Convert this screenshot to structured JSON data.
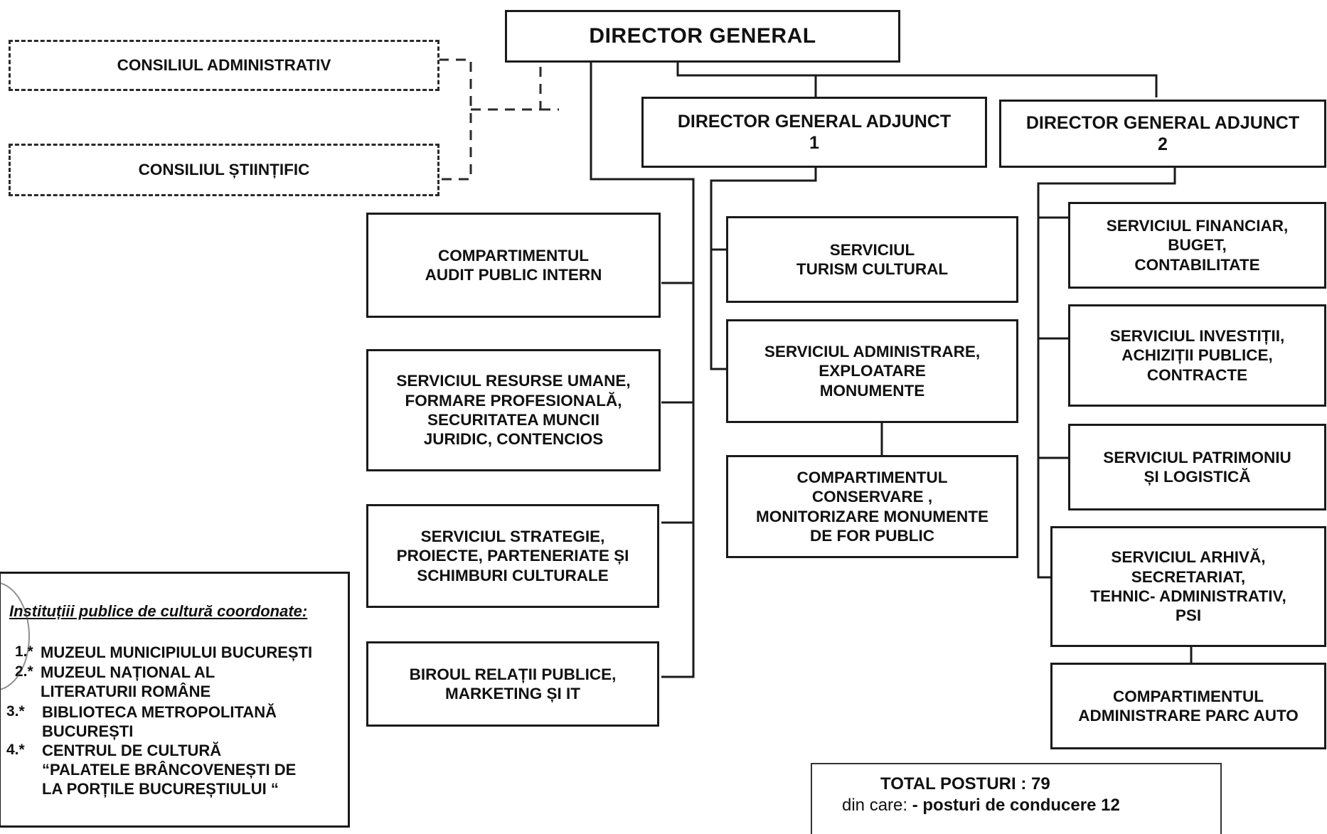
{
  "top": {
    "director_general": "DIRECTOR  GENERAL",
    "adjunct_1": "DIRECTOR GENERAL ADJUNCT\n1",
    "adjunct_2": "DIRECTOR GENERAL ADJUNCT\n2"
  },
  "councils": {
    "administrativ": "CONSILIUL ADMINISTRATIV",
    "stiintific": "CONSILIUL ȘTIINȚIFIC"
  },
  "left_column": [
    "COMPARTIMENTUL\nAUDIT PUBLIC INTERN",
    "SERVICIUL RESURSE UMANE,\nFORMARE PROFESIONALĂ,\nSECURITATEA MUNCII\nJURIDIC,  CONTENCIOS",
    "SERVICIUL STRATEGIE,\nPROIECTE, PARTENERIATE ȘI\nSCHIMBURI CULTURALE",
    "BIROUL RELAȚII PUBLICE,\nMARKETING ȘI  IT"
  ],
  "middle_column": [
    "SERVICIUL\nTURISM CULTURAL",
    "SERVICIUL ADMINISTRARE,\nEXPLOATARE\nMONUMENTE",
    "COMPARTIMENTUL\nCONSERVARE ,\nMONITORIZARE MONUMENTE\nDE FOR PUBLIC"
  ],
  "right_column": [
    "SERVICIUL FINANCIAR,\nBUGET,\nCONTABILITATE",
    "SERVICIUL INVESTIȚII,\nACHIZIȚII PUBLICE,\nCONTRACTE",
    "SERVICIUL  PATRIMONIU\nȘI LOGISTICĂ",
    "SERVICIUL ARHIVĂ,\nSECRETARIAT,\nTEHNIC- ADMINISTRATIV,\nPSI",
    "COMPARTIMENTUL\nADMINISTRARE PARC AUTO"
  ],
  "institutions": {
    "heading": "Instituțiii publice de cultură coordonate:",
    "items": [
      {
        "num": "1.*",
        "text": "MUZEUL MUNICIPIULUI BUCUREȘTI"
      },
      {
        "num": "2.*",
        "text": "MUZEUL NAȚIONAL AL\nLITERATURII ROMÂNE"
      },
      {
        "num": "3.*",
        "text": "BIBLIOTECA METROPOLITANĂ\nBUCUREȘTI"
      },
      {
        "num": "4.*",
        "text": "CENTRUL DE CULTURĂ\n“PALATELE BRÂNCOVENEȘTI DE\nLA PORȚILE BUCUREȘTIULUI “"
      }
    ]
  },
  "totals": {
    "line1": "TOTAL POSTURI :  79",
    "line2_prefix": "din care:  ",
    "line2_value": "- posturi de conducere 12"
  }
}
